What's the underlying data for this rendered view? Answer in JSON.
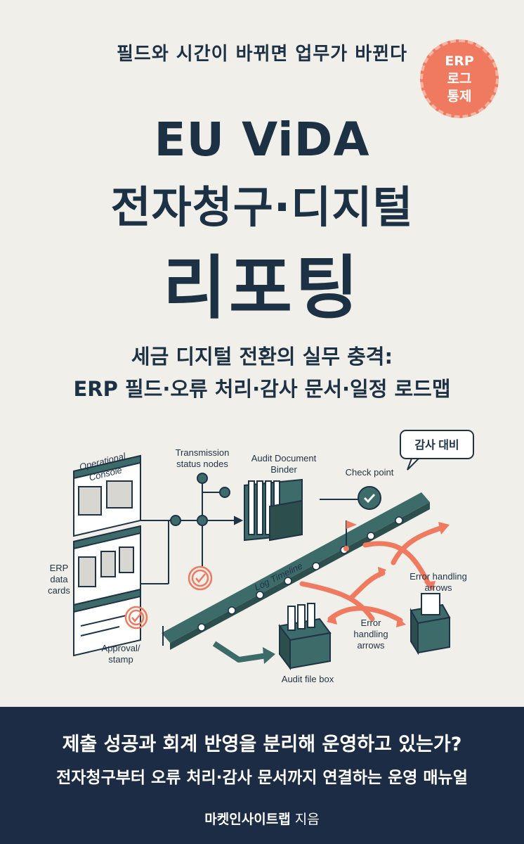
{
  "cover": {
    "tagline": "필드와 시간이 바뀌면 업무가 바뀐다",
    "badge_lines": [
      "ERP",
      "로그",
      "통제"
    ],
    "title_line1": "EU ViDA",
    "title_line2": "전자청구·디지털",
    "title_line3": "리포팅",
    "subtitle_line1": "세금 디지털 전환의 실무 충격:",
    "subtitle_line2": "ERP 필드·오류 처리·감사 문서·일정 로드맵",
    "question": "제출 성공과 회계 반영을 분리해 운영하고 있는가?",
    "description": "전자청구부터 오류 처리·감사 문서까지 연결하는 운영 매뉴얼",
    "author": "마켓인사이트랩",
    "author_suffix": "지음"
  },
  "illustration": {
    "labels": {
      "operational_console_1": "Operational",
      "operational_console_2": "Console",
      "transmission_1": "Transmission",
      "transmission_2": "status nodes",
      "audit_binder_1": "Audit Document",
      "audit_binder_2": "Binder",
      "check_point": "Check point",
      "speech_bubble": "감사 대비",
      "erp_1": "ERP",
      "erp_2": "data",
      "erp_3": "cards",
      "log_timeline": "Log Timeline",
      "error_arrows_1": "Error handling",
      "error_arrows_2": "arrows",
      "error_center_1": "Error",
      "error_center_2": "handling",
      "error_center_3": "arrows",
      "approval_1": "Approval/",
      "approval_2": "stamp",
      "audit_box": "Audit file box"
    },
    "colors": {
      "navy": "#1c2c44",
      "teal": "#3d6b6a",
      "coral": "#ef7a60",
      "background": "#f1efe9"
    }
  }
}
